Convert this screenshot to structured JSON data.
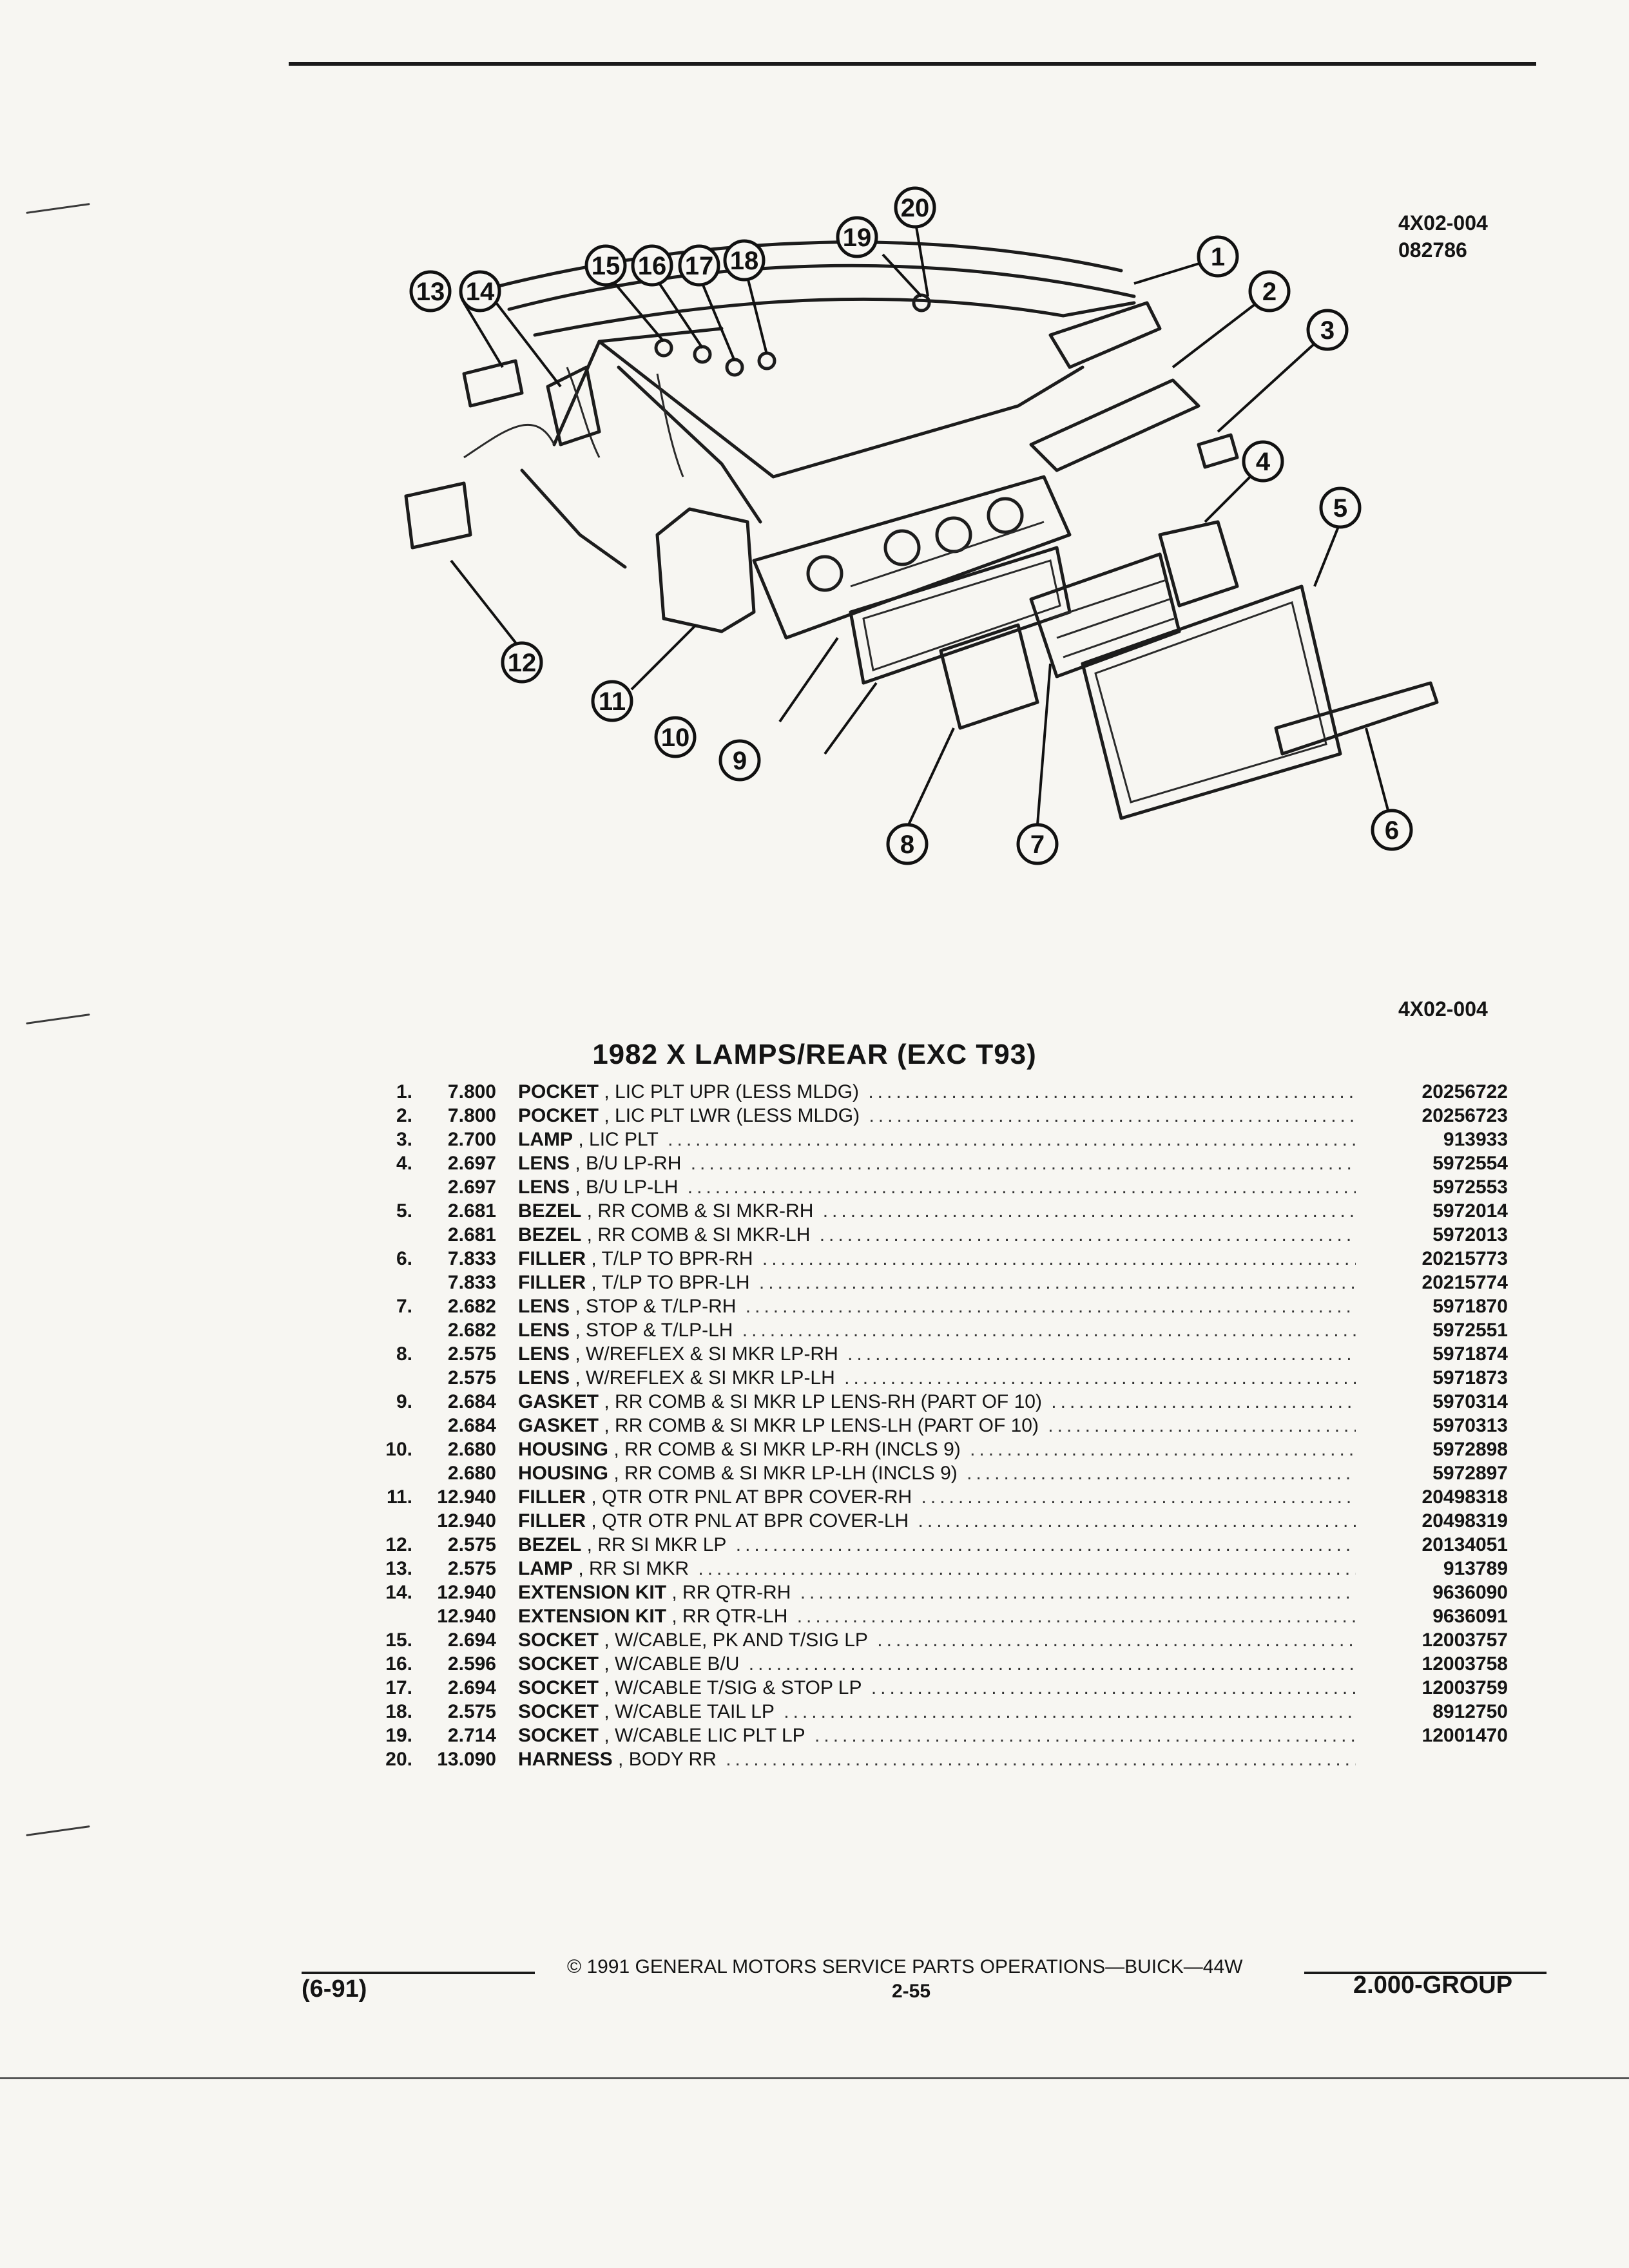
{
  "figure": {
    "code_top": "4X02-004",
    "date_code": "082786",
    "code_bottom": "4X02-004",
    "callouts": [
      "1",
      "2",
      "3",
      "4",
      "5",
      "6",
      "7",
      "8",
      "9",
      "10",
      "11",
      "12",
      "13",
      "14",
      "15",
      "16",
      "17",
      "18",
      "19",
      "20"
    ]
  },
  "section_title": "1982 X LAMPS/REAR (EXC T93)",
  "parts": [
    {
      "num": "1.",
      "code": "7.800",
      "name": "POCKET",
      "detail": "LIC PLT UPR (LESS MLDG)",
      "pn": "20256722"
    },
    {
      "num": "2.",
      "code": "7.800",
      "name": "POCKET",
      "detail": "LIC PLT LWR (LESS MLDG)",
      "pn": "20256723"
    },
    {
      "num": "3.",
      "code": "2.700",
      "name": "LAMP",
      "detail": "LIC PLT",
      "pn": "913933"
    },
    {
      "num": "4.",
      "code": "2.697",
      "name": "LENS",
      "detail": "B/U LP-RH",
      "pn": "5972554"
    },
    {
      "num": "",
      "code": "2.697",
      "name": "LENS",
      "detail": "B/U LP-LH",
      "pn": "5972553"
    },
    {
      "num": "5.",
      "code": "2.681",
      "name": "BEZEL",
      "detail": "RR COMB & SI MKR-RH",
      "pn": "5972014"
    },
    {
      "num": "",
      "code": "2.681",
      "name": "BEZEL",
      "detail": "RR COMB & SI MKR-LH",
      "pn": "5972013"
    },
    {
      "num": "6.",
      "code": "7.833",
      "name": "FILLER",
      "detail": "T/LP TO BPR-RH",
      "pn": "20215773"
    },
    {
      "num": "",
      "code": "7.833",
      "name": "FILLER",
      "detail": "T/LP TO BPR-LH",
      "pn": "20215774"
    },
    {
      "num": "7.",
      "code": "2.682",
      "name": "LENS",
      "detail": "STOP & T/LP-RH",
      "pn": "5971870"
    },
    {
      "num": "",
      "code": "2.682",
      "name": "LENS",
      "detail": "STOP & T/LP-LH",
      "pn": "5972551"
    },
    {
      "num": "8.",
      "code": "2.575",
      "name": "LENS",
      "detail": "W/REFLEX & SI MKR LP-RH",
      "pn": "5971874"
    },
    {
      "num": "",
      "code": "2.575",
      "name": "LENS",
      "detail": "W/REFLEX & SI MKR LP-LH",
      "pn": "5971873"
    },
    {
      "num": "9.",
      "code": "2.684",
      "name": "GASKET",
      "detail": "RR COMB & SI MKR LP LENS-RH (PART OF 10)",
      "pn": "5970314"
    },
    {
      "num": "",
      "code": "2.684",
      "name": "GASKET",
      "detail": "RR COMB & SI MKR LP LENS-LH (PART OF 10)",
      "pn": "5970313"
    },
    {
      "num": "10.",
      "code": "2.680",
      "name": "HOUSING",
      "detail": "RR COMB & SI MKR LP-RH (INCLS 9)",
      "pn": "5972898"
    },
    {
      "num": "",
      "code": "2.680",
      "name": "HOUSING",
      "detail": "RR COMB & SI MKR LP-LH (INCLS 9)",
      "pn": "5972897"
    },
    {
      "num": "11.",
      "code": "12.940",
      "name": "FILLER",
      "detail": "QTR OTR PNL AT BPR COVER-RH",
      "pn": "20498318"
    },
    {
      "num": "",
      "code": "12.940",
      "name": "FILLER",
      "detail": "QTR OTR PNL AT BPR COVER-LH",
      "pn": "20498319"
    },
    {
      "num": "12.",
      "code": "2.575",
      "name": "BEZEL",
      "detail": "RR SI MKR LP",
      "pn": "20134051"
    },
    {
      "num": "13.",
      "code": "2.575",
      "name": "LAMP",
      "detail": "RR SI MKR",
      "pn": "913789"
    },
    {
      "num": "14.",
      "code": "12.940",
      "name": "EXTENSION KIT",
      "detail": "RR QTR-RH",
      "pn": "9636090"
    },
    {
      "num": "",
      "code": "12.940",
      "name": "EXTENSION KIT",
      "detail": "RR QTR-LH",
      "pn": "9636091"
    },
    {
      "num": "15.",
      "code": "2.694",
      "name": "SOCKET",
      "detail": "W/CABLE, PK AND T/SIG LP",
      "pn": "12003757"
    },
    {
      "num": "16.",
      "code": "2.596",
      "name": "SOCKET",
      "detail": "W/CABLE B/U",
      "pn": "12003758"
    },
    {
      "num": "17.",
      "code": "2.694",
      "name": "SOCKET",
      "detail": "W/CABLE T/SIG & STOP LP",
      "pn": "12003759"
    },
    {
      "num": "18.",
      "code": "2.575",
      "name": "SOCKET",
      "detail": "W/CABLE TAIL LP",
      "pn": "8912750"
    },
    {
      "num": "19.",
      "code": "2.714",
      "name": "SOCKET",
      "detail": "W/CABLE LIC PLT LP",
      "pn": "12001470"
    },
    {
      "num": "20.",
      "code": "13.090",
      "name": "HARNESS",
      "detail": "BODY RR",
      "pn": ""
    }
  ],
  "footer": {
    "copyright": "© 1991 GENERAL MOTORS SERVICE PARTS OPERATIONS—BUICK—44W",
    "revision": "(6-91)",
    "page": "2-55",
    "group": "2.000-GROUP"
  }
}
